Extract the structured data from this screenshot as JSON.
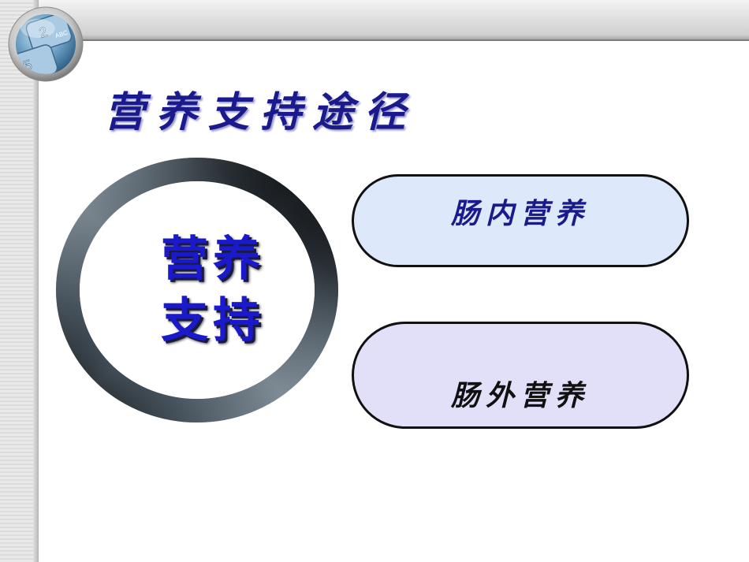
{
  "slide": {
    "title": "营养支持途径",
    "center": {
      "line1": "营养",
      "line2": "支持"
    },
    "options": [
      {
        "label": "肠内营养"
      },
      {
        "label": "肠外营养"
      }
    ],
    "logo": {
      "icon": "keypad-logo-icon",
      "keys": [
        "2",
        "ABC",
        "5"
      ]
    }
  }
}
